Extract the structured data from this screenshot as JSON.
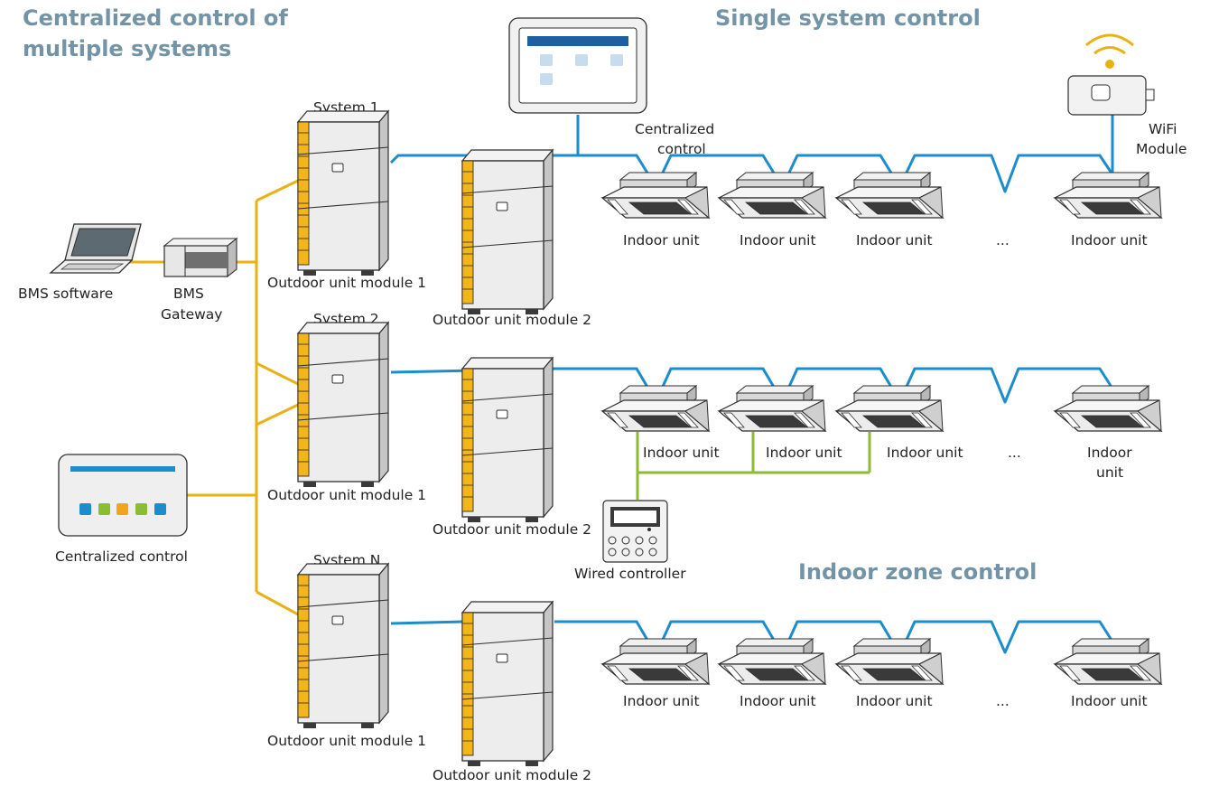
{
  "headings": {
    "centralized_multi_line1": "Centralized control of",
    "centralized_multi_line2": "multiple systems",
    "single_system": "Single system control",
    "indoor_zone": "Indoor zone control"
  },
  "systems": [
    {
      "name": "System 1",
      "module1": "Outdoor unit module 1",
      "module2": "Outdoor unit module 2",
      "indoor_units": [
        "Indoor unit",
        "Indoor unit",
        "Indoor unit",
        "...",
        "Indoor unit"
      ]
    },
    {
      "name": "System 2",
      "module1": "Outdoor unit module 1",
      "module2": "Outdoor unit module 2",
      "indoor_units": [
        "Indoor unit",
        "Indoor unit",
        "Indoor unit",
        "...",
        "Indoor unit"
      ]
    },
    {
      "name": "System N",
      "module1": "Outdoor unit module 1",
      "module2": "Outdoor unit module 2",
      "indoor_units": [
        "Indoor unit",
        "Indoor unit",
        "Indoor unit",
        "...",
        "Indoor unit"
      ]
    }
  ],
  "bms": {
    "software": "BMS software",
    "gateway_line1": "BMS",
    "gateway_line2": "Gateway"
  },
  "centralized_control_left": "Centralized control",
  "centralized_control_top_line1": "Centralized",
  "centralized_control_top_line2": "control",
  "wifi_line1": "WiFi",
  "wifi_line2": "Module",
  "wired_controller": "Wired controller",
  "colors": {
    "bus_blue": "#1b8ccc",
    "gateway_yellow": "#e9b114",
    "zone_green": "#8cbc34",
    "heading": "#7294a6",
    "panel_stripe": "#f2b51b"
  },
  "icons": {
    "outdoor": "vrf-outdoor-unit-icon",
    "indoor": "cassette-indoor-unit-icon",
    "laptop": "laptop-icon",
    "gateway": "gateway-icon",
    "central": "central-controller-icon",
    "touch": "touch-panel-icon",
    "wifi": "wifi-module-icon",
    "wired": "wired-controller-icon"
  }
}
